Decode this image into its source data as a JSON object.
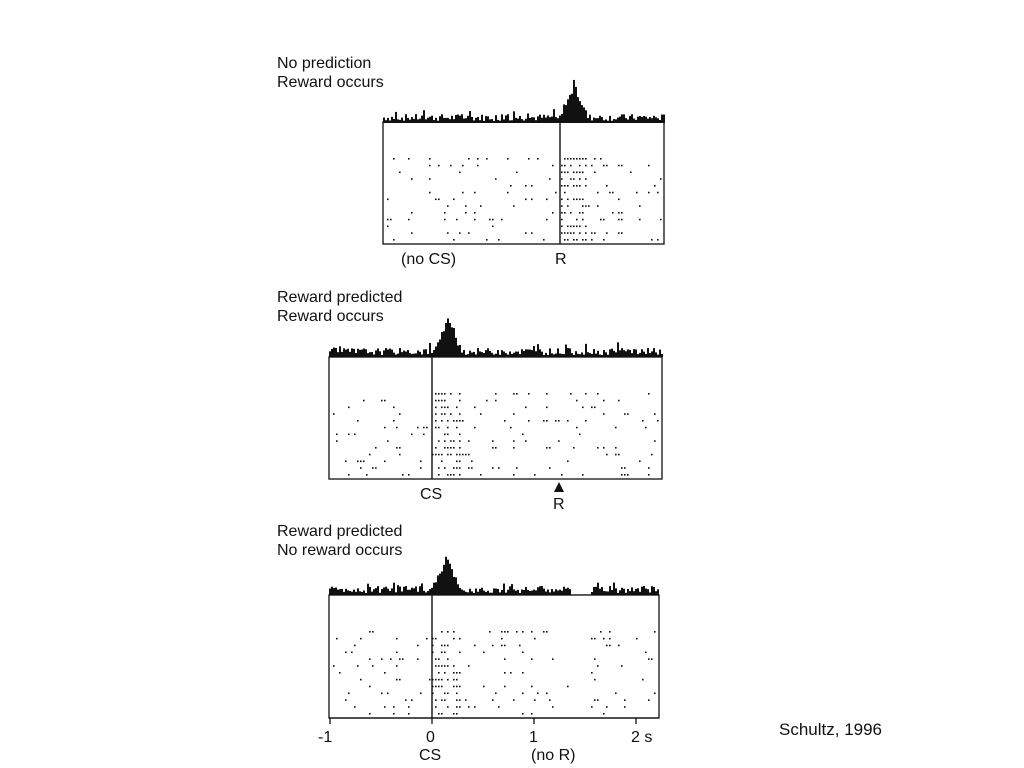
{
  "citation": "Schultz, 1996",
  "colors": {
    "ink": "#111111",
    "background": "#ffffff"
  },
  "chart_data": [
    {
      "type": "raster_histogram",
      "title_lines": [
        "No prediction",
        "Reward occurs"
      ],
      "event_markers": [
        {
          "label": "(no CS)",
          "t": -0.35
        },
        {
          "label": "R",
          "t": 1.25,
          "line": true
        }
      ],
      "response": {
        "t": 1.38,
        "peak": 1.0
      },
      "xlim": [
        -0.55,
        2.2
      ]
    },
    {
      "type": "raster_histogram",
      "title_lines": [
        "Reward predicted",
        "Reward occurs"
      ],
      "event_markers": [
        {
          "label": "CS",
          "t": 0,
          "line": true
        },
        {
          "label": "R",
          "t": 1.25,
          "arrow": true
        }
      ],
      "response": {
        "t": 0.15,
        "peak": 1.0
      },
      "xlim": [
        -1,
        2.2
      ]
    },
    {
      "type": "raster_histogram",
      "title_lines": [
        "Reward predicted",
        "No reward occurs"
      ],
      "event_markers": [
        {
          "label": "CS",
          "t": 0,
          "line": true
        },
        {
          "label": "(no R)",
          "t": 1.2
        }
      ],
      "response": {
        "t": 0.13,
        "peak": 1.0
      },
      "depression": [
        1.35,
        1.55
      ],
      "xlim": [
        -1,
        2.2
      ],
      "x_ticks": [
        "-1",
        "0",
        "1",
        "2 s"
      ],
      "x_tick_values": [
        -1,
        0,
        1,
        2
      ]
    }
  ]
}
